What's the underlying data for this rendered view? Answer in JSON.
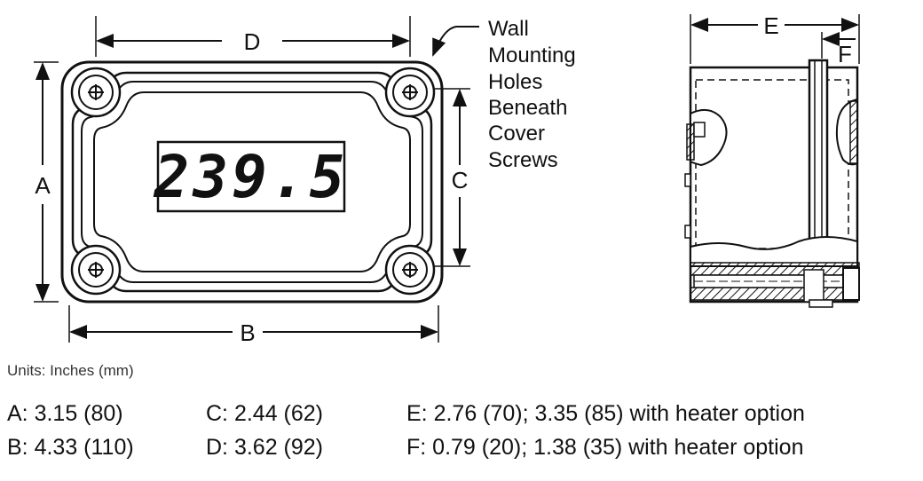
{
  "front_view": {
    "display_value": "239.5",
    "labels": {
      "A": "A",
      "B": "B",
      "C": "C",
      "D": "D"
    },
    "note_lines": [
      "Wall",
      "Mounting",
      "Holes",
      "Beneath",
      "Cover",
      "Screws"
    ]
  },
  "side_view": {
    "labels": {
      "E": "E",
      "F": "F"
    }
  },
  "units_label": "Units: Inches (mm)",
  "specs": {
    "A": "A: 3.15 (80)",
    "B": "B: 4.33 (110)",
    "C": "C: 2.44 (62)",
    "D": "D: 3.62 (92)",
    "E": "E: 2.76 (70); 3.35 (85) with heater option",
    "F": "F: 0.79 (20); 1.38 (35) with heater option"
  }
}
